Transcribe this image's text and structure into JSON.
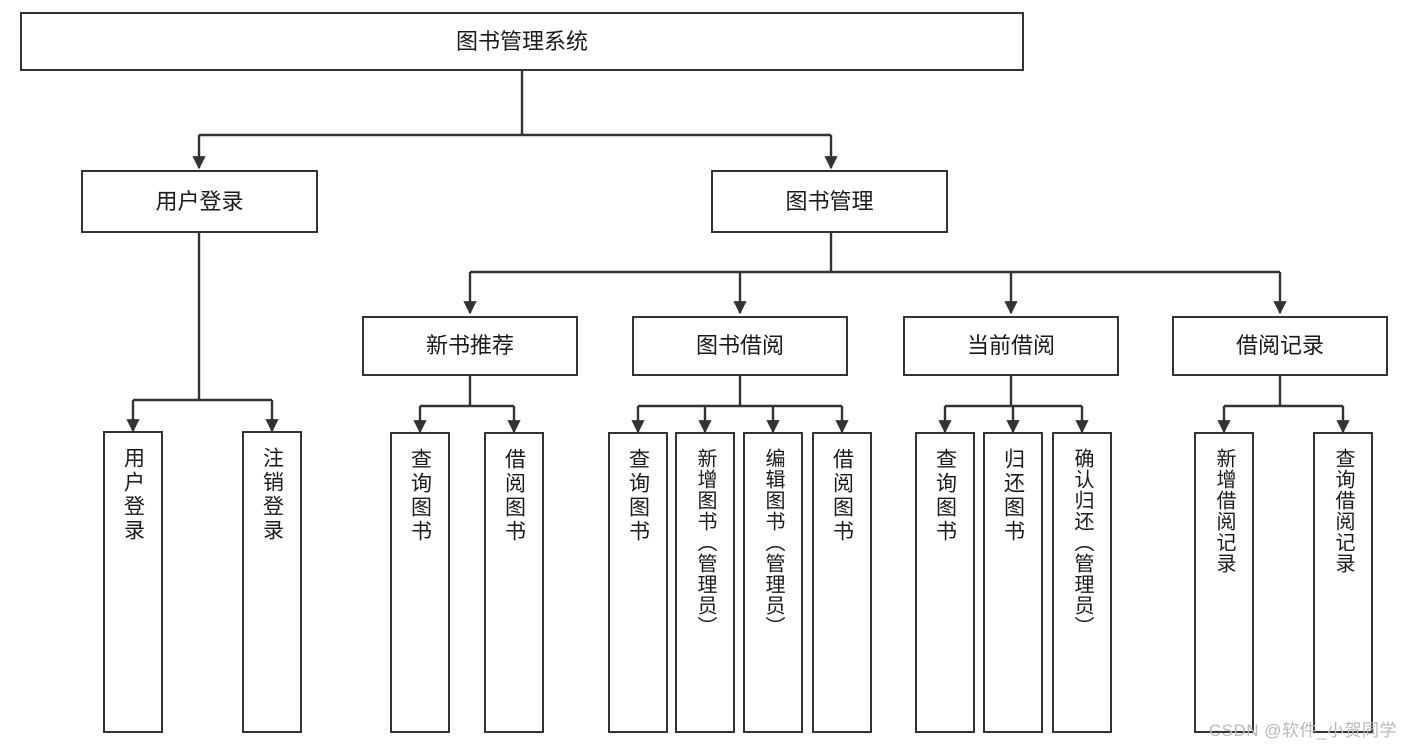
{
  "diagram": {
    "title": "图书管理系统",
    "type": "tree",
    "watermark": "CSDN @软件_小贺同学",
    "colors": {
      "box_border": "#333333",
      "box_fill": "#ffffff",
      "edge": "#333333",
      "text": "#1a1a1a",
      "watermark": "#b9b9b9"
    },
    "nodes": {
      "root": {
        "label": "图书管理系统"
      },
      "level2": [
        {
          "label": "用户登录"
        },
        {
          "label": "图书管理"
        }
      ],
      "level3": [
        {
          "label": "新书推荐"
        },
        {
          "label": "图书借阅"
        },
        {
          "label": "当前借阅"
        },
        {
          "label": "借阅记录"
        }
      ],
      "leaves": {
        "user_login": [
          {
            "label": "用户登录"
          },
          {
            "label": "注销登录"
          }
        ],
        "new_book": [
          {
            "label": "查询图书"
          },
          {
            "label": "借阅图书"
          }
        ],
        "book_borrow": [
          {
            "label": "查询图书"
          },
          {
            "label": "新增图书（管理员）"
          },
          {
            "label": "编辑图书（管理员）"
          },
          {
            "label": "借阅图书"
          }
        ],
        "current_borrow": [
          {
            "label": "查询图书"
          },
          {
            "label": "归还图书"
          },
          {
            "label": "确认归还（管理员）"
          }
        ],
        "borrow_record": [
          {
            "label": "新增借阅记录"
          },
          {
            "label": "查询借阅记录"
          }
        ]
      }
    }
  }
}
